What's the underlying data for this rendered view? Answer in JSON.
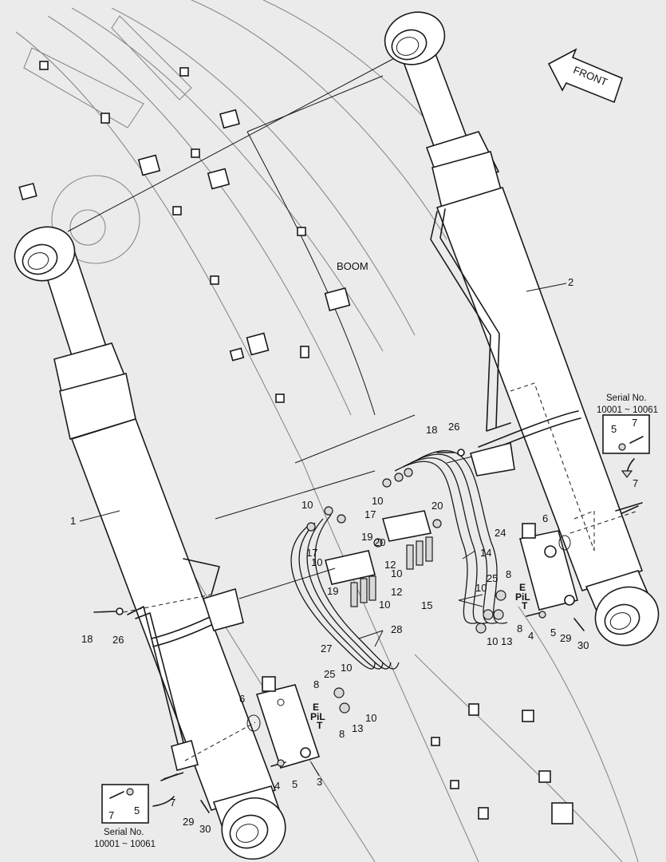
{
  "title_labels": {
    "boom": "BOOM",
    "front": "FRONT"
  },
  "serial_top": {
    "line1": "Serial No.",
    "line2": "10001 ~ 10061",
    "part_a": "5",
    "part_b": "7"
  },
  "serial_bottom": {
    "line1": "Serial No.",
    "line2": "10001 ~ 10061",
    "part_a": "7",
    "part_b": "5"
  },
  "valve_ports": {
    "e": "E",
    "pil": "PiL",
    "t": "T"
  },
  "callouts": {
    "c1": "1",
    "c2": "2",
    "c3": "3",
    "c4a": "4",
    "c4b": "4",
    "c5a": "5",
    "c5b": "5",
    "c6a": "6",
    "c6b": "6",
    "c7a": "7",
    "c7b": "7",
    "c8a": "8",
    "c8b": "8",
    "c8c": "8",
    "c8d": "8",
    "c10a": "10",
    "c10b": "10",
    "c10c": "10",
    "c10d": "10",
    "c10e": "10",
    "c10f": "10",
    "c10g": "10",
    "c10h": "10",
    "c10i": "10",
    "c12a": "12",
    "c12b": "12",
    "c13a": "13",
    "c13b": "13",
    "c14": "14",
    "c15": "15",
    "c17a": "17",
    "c17b": "17",
    "c18a": "18",
    "c18b": "18",
    "c19a": "19",
    "c19b": "19",
    "c20a": "20",
    "c20b": "20",
    "c24": "24",
    "c25a": "25",
    "c25b": "25",
    "c26a": "26",
    "c26b": "26",
    "c27": "27",
    "c28": "28",
    "c29a": "29",
    "c29b": "29",
    "c30a": "30",
    "c30b": "30"
  }
}
